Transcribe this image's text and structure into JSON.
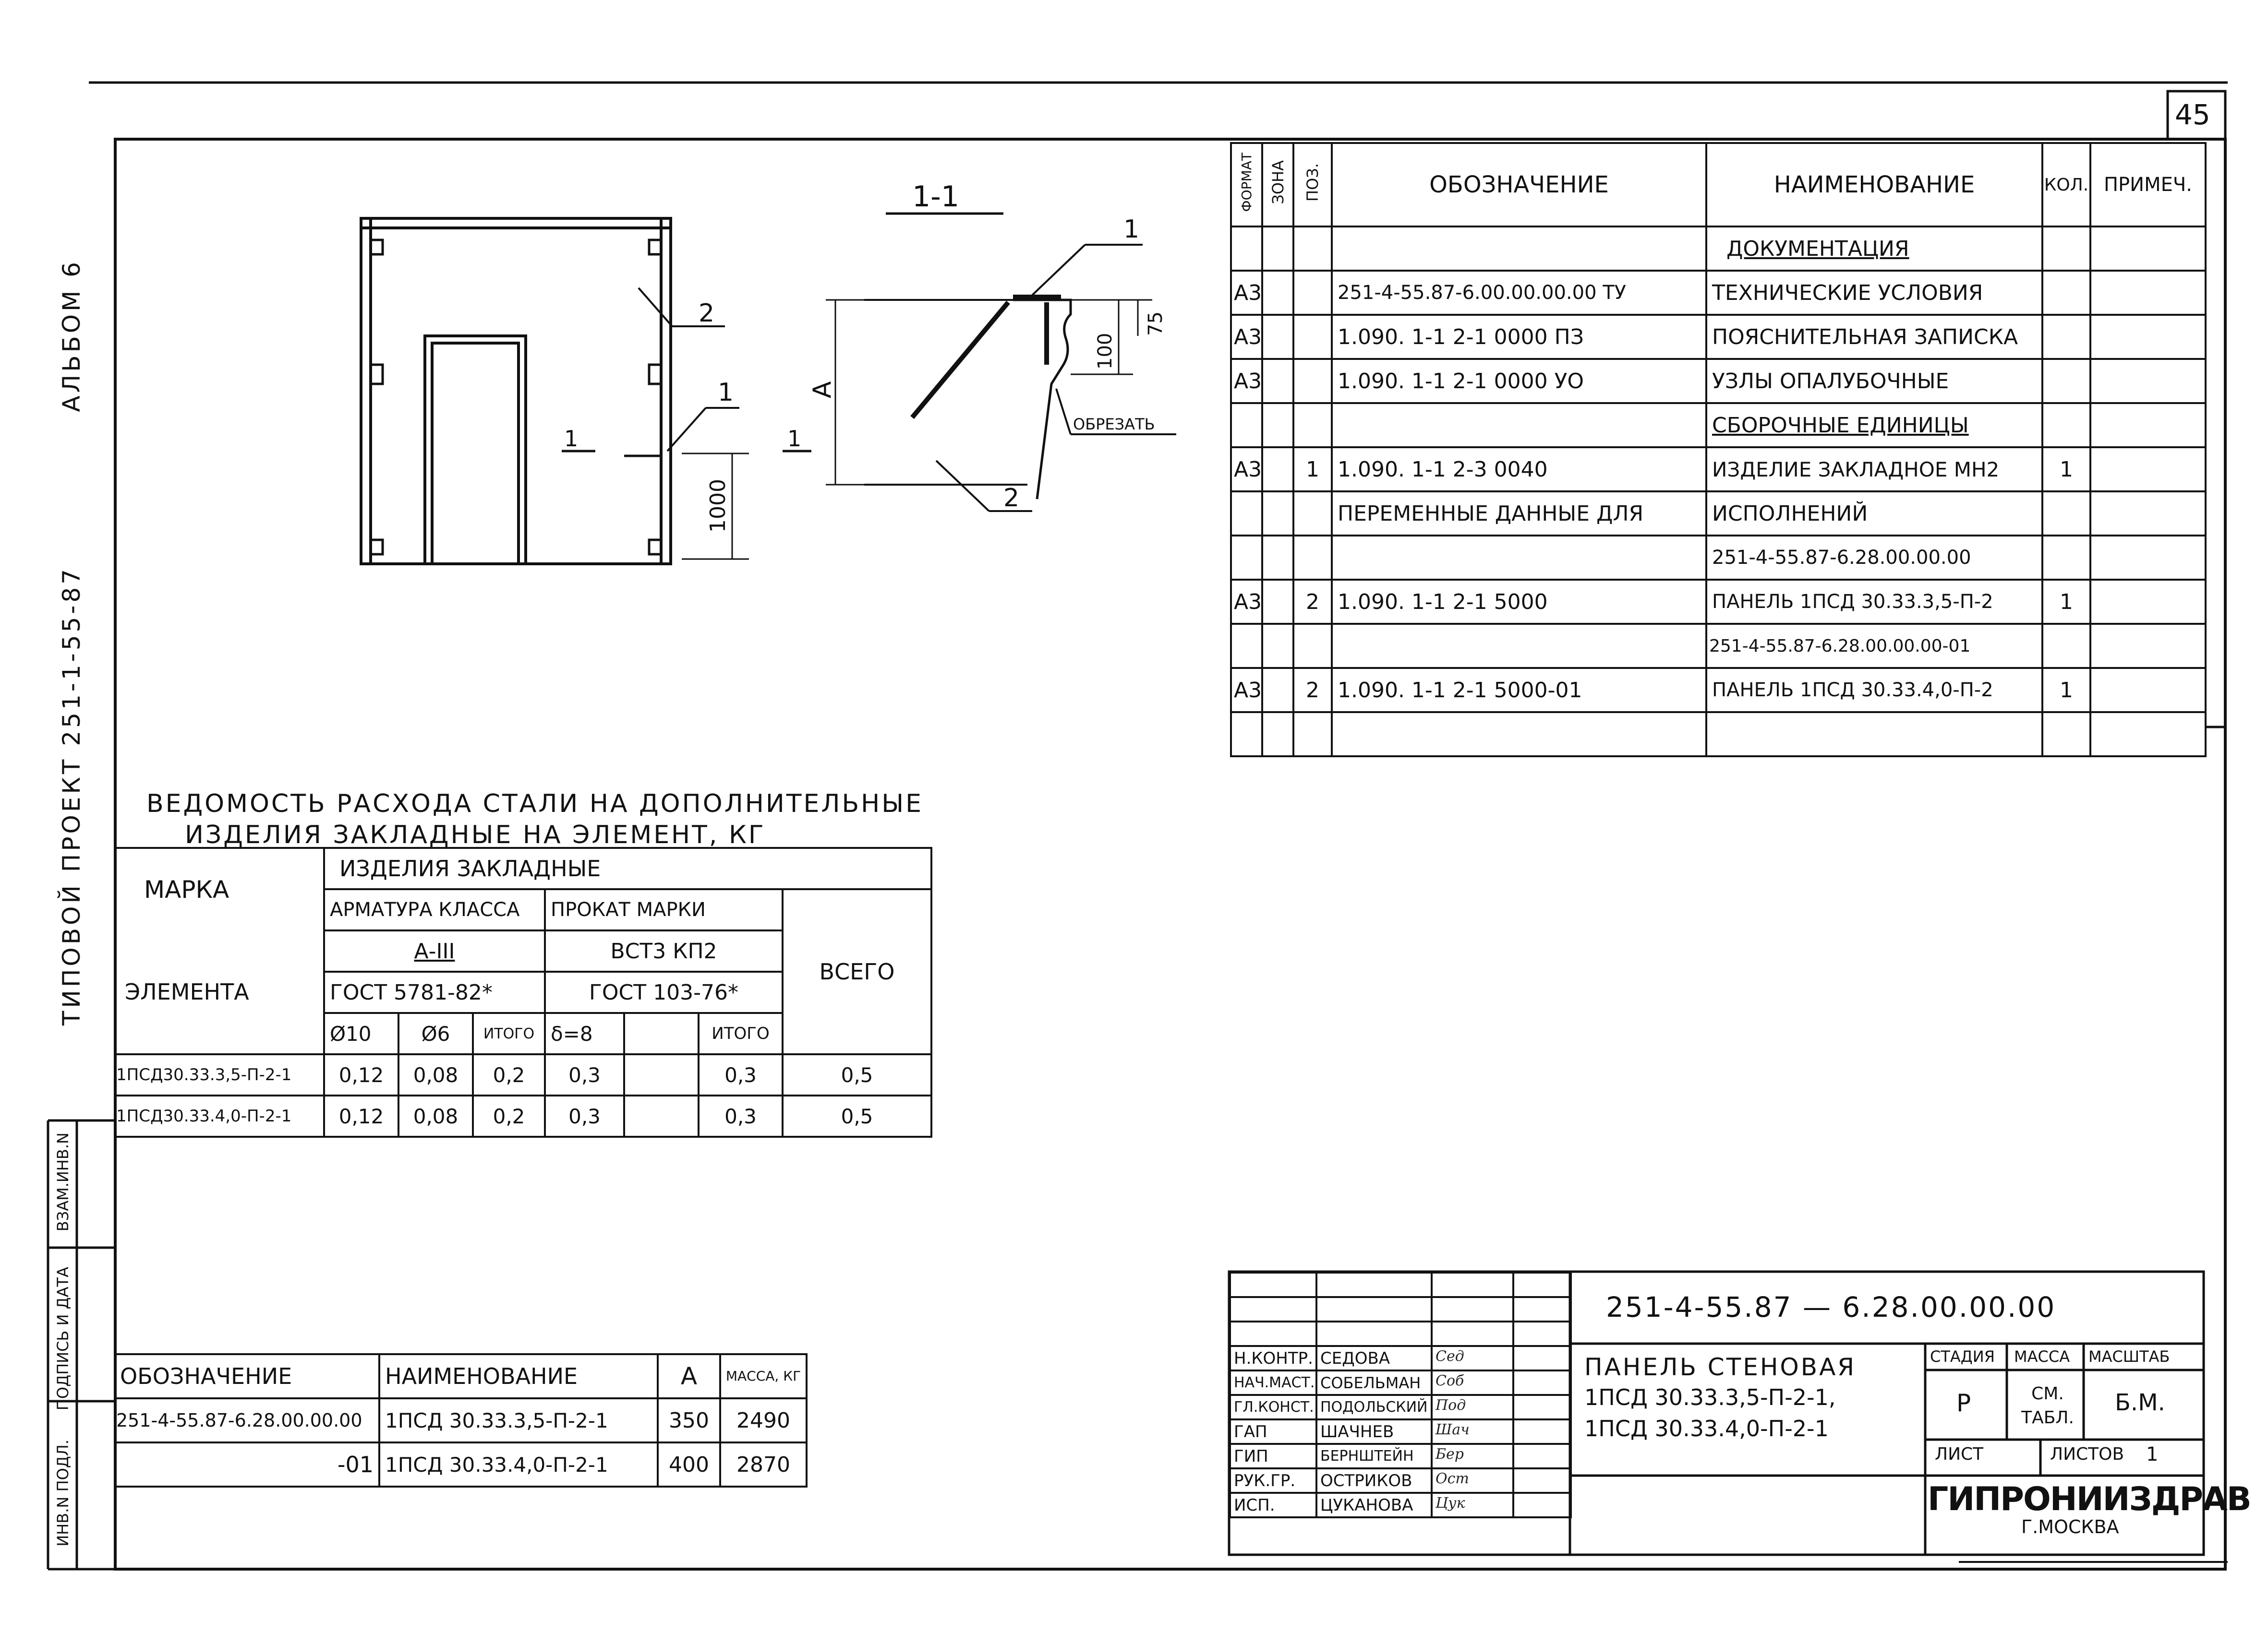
{
  "page_number": "45",
  "left_margin": {
    "album": "АЛЬБОМ 6",
    "project": "ТИПОВОЙ ПРОЕКТ 251-1-55-87",
    "stamp_cells": [
      "ВЗАМ.ИНВ.N",
      "ПОДПИСЬ И ДАТА",
      "ИНВ.N ПОДЛ."
    ]
  },
  "drawing": {
    "section_title": "1-1",
    "callouts": [
      "2",
      "1",
      "1",
      "1",
      "1",
      "2"
    ],
    "dims": {
      "d1000": "1000",
      "d100": "100",
      "d75": "75",
      "A": "A"
    },
    "cut_note": "ОБРЕЗАТЬ"
  },
  "spec_table": {
    "headers": {
      "format": "ФОРМАТ",
      "zone": "ЗОНА",
      "pos": "ПОЗ.",
      "designation": "ОБОЗНАЧЕНИЕ",
      "name": "НАИМЕНОВАНИЕ",
      "qty": "КОЛ.",
      "note": "ПРИМЕЧ."
    },
    "rows": [
      {
        "format": "",
        "zone": "",
        "pos": "",
        "designation": "",
        "name": "ДОКУМЕНТАЦИЯ",
        "qty": "",
        "note": ""
      },
      {
        "format": "А3",
        "zone": "",
        "pos": "",
        "designation": "251-4-55.87-6.00.00.00.00 ТУ",
        "name": "ТЕХНИЧЕСКИЕ УСЛОВИЯ",
        "qty": "",
        "note": ""
      },
      {
        "format": "А3",
        "zone": "",
        "pos": "",
        "designation": "1.090. 1-1 2-1 0000 ПЗ",
        "name": "ПОЯСНИТЕЛЬНАЯ ЗАПИСКА",
        "qty": "",
        "note": ""
      },
      {
        "format": "А3",
        "zone": "",
        "pos": "",
        "designation": "1.090. 1-1 2-1 0000 УО",
        "name": "УЗЛЫ ОПАЛУБОЧНЫЕ",
        "qty": "",
        "note": ""
      },
      {
        "format": "",
        "zone": "",
        "pos": "",
        "designation": "",
        "name": "СБОРОЧНЫЕ ЕДИНИЦЫ",
        "qty": "",
        "note": ""
      },
      {
        "format": "А3",
        "zone": "",
        "pos": "1",
        "designation": "1.090. 1-1 2-3 0040",
        "name": "ИЗДЕЛИЕ ЗАКЛАДНОЕ МН2",
        "qty": "1",
        "note": ""
      },
      {
        "format": "",
        "zone": "",
        "pos": "",
        "designation": "ПЕРЕМЕННЫЕ ДАННЫЕ ДЛЯ",
        "name": "ИСПОЛНЕНИЙ",
        "qty": "",
        "note": ""
      },
      {
        "format": "",
        "zone": "",
        "pos": "",
        "designation": "",
        "name": "251-4-55.87-6.28.00.00.00",
        "qty": "",
        "note": ""
      },
      {
        "format": "А3",
        "zone": "",
        "pos": "2",
        "designation": "1.090. 1-1 2-1 5000",
        "name": "ПАНЕЛЬ 1ПСД 30.33.3,5-П-2",
        "qty": "1",
        "note": ""
      },
      {
        "format": "",
        "zone": "",
        "pos": "",
        "designation": "",
        "name": "251-4-55.87-6.28.00.00.00-01",
        "qty": "",
        "note": ""
      },
      {
        "format": "А3",
        "zone": "",
        "pos": "2",
        "designation": "1.090. 1-1 2-1 5000-01",
        "name": "ПАНЕЛЬ 1ПСД 30.33.4,0-П-2",
        "qty": "1",
        "note": ""
      },
      {
        "format": "",
        "zone": "",
        "pos": "",
        "designation": "",
        "name": "",
        "qty": "",
        "note": ""
      }
    ]
  },
  "steel_table": {
    "title_line1": "ВЕДОМОСТЬ РАСХОДА СТАЛИ НА ДОПОЛНИТЕЛЬНЫЕ",
    "title_line2": "ИЗДЕЛИЯ ЗАКЛАДНЫЕ НА ЭЛЕМЕНТ, КГ",
    "col_mark_1": "МАРКА",
    "col_mark_2": "ЭЛЕМЕНТА",
    "group": "ИЗДЕЛИЯ ЗАКЛАДНЫЕ",
    "rebar": "АРМАТУРА КЛАССА",
    "rolled": "ПРОКАТ МАРКИ",
    "rebar_class": "А-III",
    "rolled_grade": "ВСТ3 КП2",
    "gost_rebar": "ГОСТ 5781-82*",
    "gost_rolled": "ГОСТ 103-76*",
    "total": "ВСЕГО",
    "sub": [
      "Ø10",
      "Ø6",
      "ИТОГО",
      "δ=8",
      "",
      "ИТОГО"
    ],
    "rows": [
      [
        "1ПСД30.33.3,5-П-2-1",
        "0,12",
        "0,08",
        "0,2",
        "0,3",
        "",
        "0,3",
        "0,5"
      ],
      [
        "1ПСД30.33.4,0-П-2-1",
        "0,12",
        "0,08",
        "0,2",
        "0,3",
        "",
        "0,3",
        "0,5"
      ]
    ]
  },
  "variant_table": {
    "headers": [
      "ОБОЗНАЧЕНИЕ",
      "НАИМЕНОВАНИЕ",
      "А",
      "МАССА, КГ"
    ],
    "rows": [
      [
        "251-4-55.87-6.28.00.00.00",
        "1ПСД 30.33.3,5-П-2-1",
        "350",
        "2490"
      ],
      [
        "-01",
        "1ПСД 30.33.4,0-П-2-1",
        "400",
        "2870"
      ]
    ]
  },
  "title_block": {
    "code": "251-4-55.87 — 6.28.00.00.00",
    "title_line1": "ПАНЕЛЬ СТЕНОВАЯ",
    "title_line2": "1ПСД 30.33.3,5-П-2-1,",
    "title_line3": "1ПСД 30.33.4,0-П-2-1",
    "stage_label": "СТАДИЯ",
    "mass_label": "МАССА",
    "scale_label": "МАСШТАБ",
    "stage": "Р",
    "mass": "СМ. ТАБЛ.",
    "scale": "Б.М.",
    "sheet_label": "ЛИСТ",
    "sheets_label": "ЛИСТОВ",
    "sheets": "1",
    "org": "ГИПРОНИИЗДРАВ",
    "city": "Г.МОСКВА",
    "people": [
      {
        "role": "Н.КОНТР.",
        "name": "СЕДОВА"
      },
      {
        "role": "НАЧ.МАСТ.",
        "name": "СОБЕЛЬМАН"
      },
      {
        "role": "ГЛ.КОНСТ.",
        "name": "ПОДОЛЬСКИЙ"
      },
      {
        "role": "ГАП",
        "name": "ШАЧНЕВ"
      },
      {
        "role": "ГИП",
        "name": "БЕРНШТЕЙН"
      },
      {
        "role": "РУК.ГР.",
        "name": "ОСТРИКОВ"
      },
      {
        "role": "ИСП.",
        "name": "ЦУКАНОВА"
      }
    ]
  }
}
